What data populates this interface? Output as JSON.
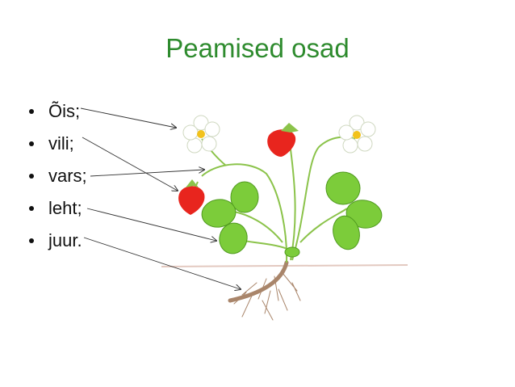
{
  "slide": {
    "title": "Peamised osad",
    "title_color": "#2e8b2e",
    "bullets": [
      {
        "label": "Õis;"
      },
      {
        "label": "vili;"
      },
      {
        "label": "vars;"
      },
      {
        "label": "leht;"
      },
      {
        "label": "juur."
      }
    ]
  },
  "colors": {
    "stem": "#8bc34a",
    "leaf": "#7ccc3a",
    "berry": "#e8251e",
    "petal": "#ffffff",
    "flower_center": "#f2c21b",
    "root": "#a9856a",
    "soil": "#e3c9c0",
    "pointer": "#333333"
  }
}
